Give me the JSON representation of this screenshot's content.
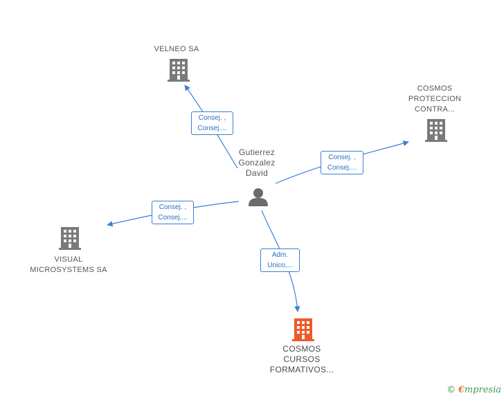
{
  "center": {
    "name_lines": [
      "Gutierrez",
      "Gonzalez",
      "David"
    ]
  },
  "companies": {
    "velneo": {
      "name_lines": [
        "VELNEO SA"
      ]
    },
    "cosmos_proteccion": {
      "name_lines": [
        "COSMOS",
        "PROTECCION",
        "CONTRA..."
      ]
    },
    "visual": {
      "name_lines": [
        "VISUAL",
        "MICROSYSTEMS SA"
      ]
    },
    "cosmos_cursos": {
      "name_lines": [
        "COSMOS",
        "CURSOS",
        "FORMATIVOS..."
      ]
    }
  },
  "edges": {
    "velneo": [
      "Consej. ,",
      "Consej...."
    ],
    "cosmos_proteccion": [
      "Consej. ,",
      "Consej...."
    ],
    "visual": [
      "Consej. ,",
      "Consej...."
    ],
    "cosmos_cursos": [
      "Adm.",
      "Unico,..."
    ]
  },
  "footer": {
    "copyright": "©",
    "brand_initial": "€",
    "brand_rest": "mpresia"
  },
  "colors": {
    "edge": "#3a7fd5",
    "building": "#7a7a7a",
    "building_highlight": "#ee5a2a",
    "person": "#6b6b6b",
    "brand_green": "#3b9a4b",
    "brand_orange": "#e8742f"
  }
}
